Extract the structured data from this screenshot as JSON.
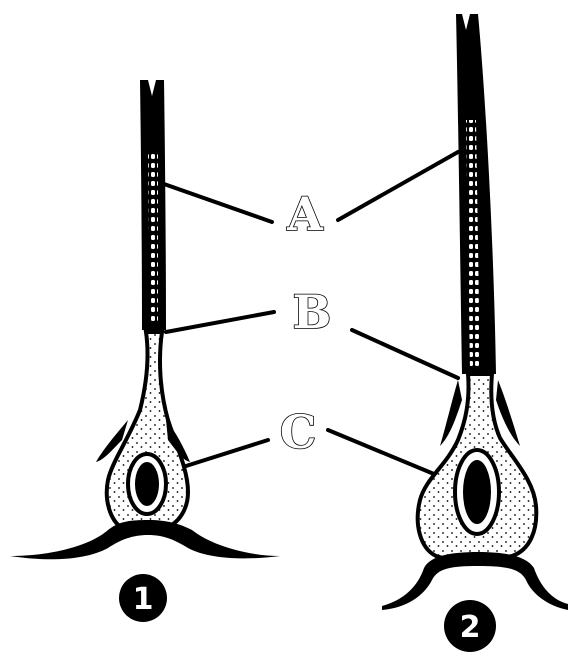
{
  "labels": {
    "a": "A",
    "b": "B",
    "c": "C"
  },
  "cells": [
    {
      "number": "1"
    },
    {
      "number": "2"
    }
  ],
  "colors": {
    "ink": "#000000",
    "background": "#ffffff",
    "stipple": "#000000"
  }
}
